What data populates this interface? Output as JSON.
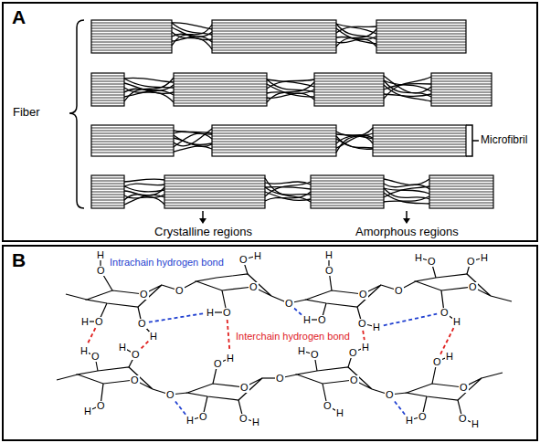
{
  "diagram": {
    "nodes": [
      {
        "text": [
          "A"
        ]
      },
      {
        "text": [
          "B"
        ]
      }
    ],
    "labels": [
      "Fiber",
      "Microfibril",
      "Crystalline regions",
      "Amorphous regions",
      "Intrachain hydrogen bond",
      "Interchain hydrogen bond",
      "H",
      "O",
      "O",
      "O",
      "H",
      "O",
      "H",
      "O",
      "O",
      "O",
      "H",
      "O",
      "H",
      "O",
      "O",
      "H",
      "O",
      "O",
      "H",
      "O",
      "H",
      "O",
      "O",
      "O",
      "H",
      "O",
      "H",
      "O",
      "H",
      "O",
      "H",
      "O",
      "O",
      "H",
      "O",
      "H",
      "O",
      "O",
      "O",
      "H",
      "O",
      "H",
      "O",
      "H",
      "O",
      "O",
      "H",
      "O",
      "O",
      "H",
      "O",
      "H",
      "O",
      "O",
      "O",
      "H",
      "O",
      "H",
      "O",
      "H"
    ]
  }
}
